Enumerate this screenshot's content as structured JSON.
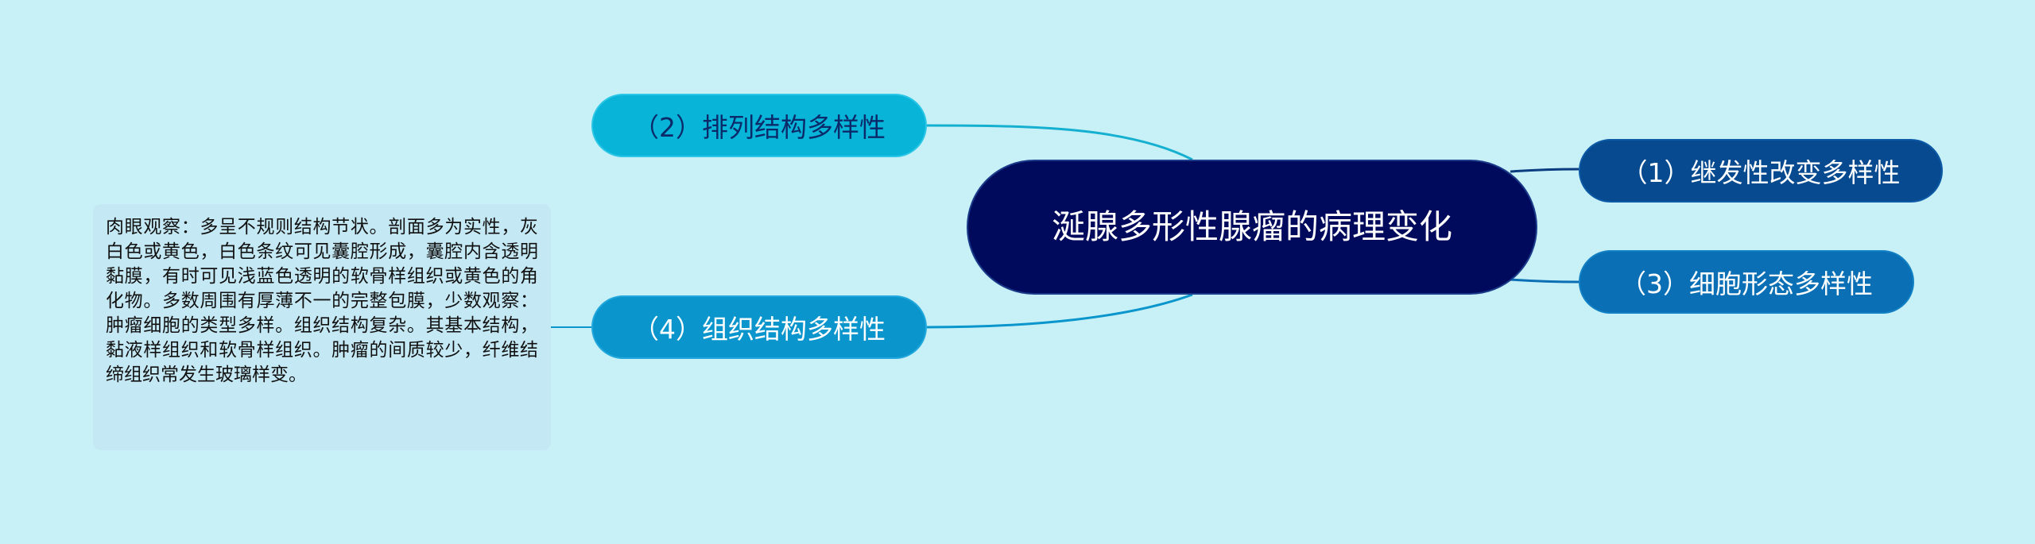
{
  "mindmap": {
    "center": {
      "label": "涎腺多形性腺瘤的病理变化"
    },
    "branches": [
      {
        "id": "b1",
        "label": "（1）继发性改变多样性",
        "side": "right"
      },
      {
        "id": "b2",
        "label": "（2）排列结构多样性",
        "side": "left"
      },
      {
        "id": "b3",
        "label": "（3）细胞形态多样性",
        "side": "right"
      },
      {
        "id": "b4",
        "label": "（4）组织结构多样性",
        "side": "left"
      }
    ],
    "leaf": {
      "parent": "b4",
      "text": "肉眼观察：多呈不规则结构节状。剖面多为实性，灰白色或黄色，白色条纹可见囊腔形成，囊腔内含透明黏膜，有时可见浅蓝色透明的软骨样组织或黄色的角化物。多数周围有厚薄不一的完整包膜，少数观察：肿瘤细胞的类型多样。组织结构复杂。其基本结构，黏液样组织和软骨样组织。肿瘤的间质较少，纤维结缔组织常发生玻璃样变。"
    },
    "colors": {
      "background": "#c8f0f7",
      "center": "#000a5c",
      "right_branch": "#084a90",
      "left_branch": "#08b4d8",
      "link_left": "#15b0d0",
      "link_right": "#0a3c80"
    }
  }
}
